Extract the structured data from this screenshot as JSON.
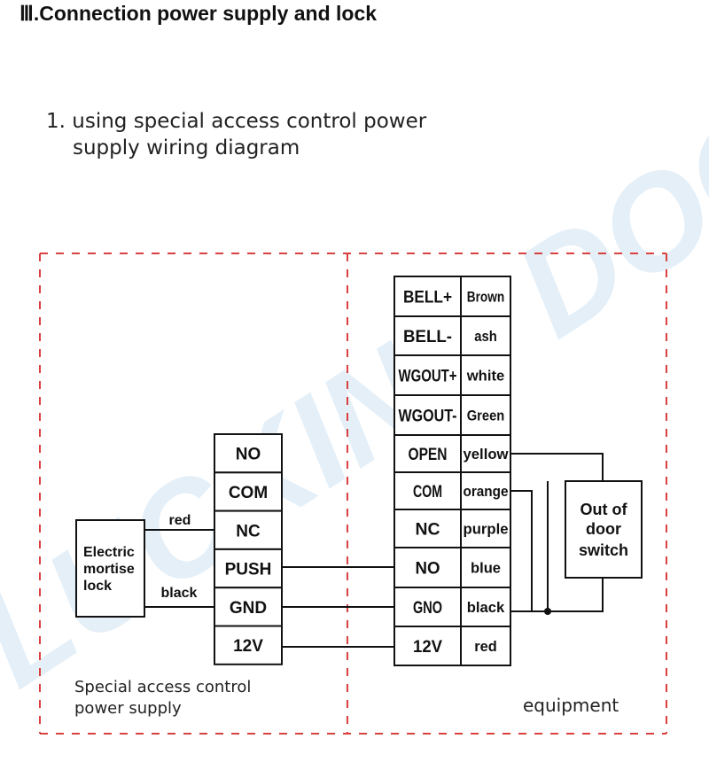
{
  "header": {
    "section_numeral": "Ⅲ",
    "title": ".Connection power supply and lock"
  },
  "subtitle": {
    "line1": "1. using special access control power",
    "line2": "supply wiring diagram"
  },
  "watermark": {
    "text": "LUCKING DOOR",
    "color": "#cfe3f3"
  },
  "power_supply": {
    "caption_line1": "Special access control",
    "caption_line2": "power supply",
    "terminals": [
      "NO",
      "COM",
      "NC",
      "PUSH",
      "GND",
      "12V"
    ]
  },
  "lock": {
    "label_line1": "Electric",
    "label_line2": "mortise",
    "label_line3": "lock",
    "wire_top": "red",
    "wire_bottom": "black"
  },
  "equipment": {
    "caption": "equipment",
    "terminals": [
      {
        "name": "BELL+",
        "wire": "Brown"
      },
      {
        "name": "BELL-",
        "wire": "ash"
      },
      {
        "name": "WGOUT+",
        "wire": "white"
      },
      {
        "name": "WGOUT-",
        "wire": "Green"
      },
      {
        "name": "OPEN",
        "wire": "yellow"
      },
      {
        "name": "COM",
        "wire": "orange"
      },
      {
        "name": "NC",
        "wire": "purple"
      },
      {
        "name": "NO",
        "wire": "blue"
      },
      {
        "name": "GNO",
        "wire": "black"
      },
      {
        "name": "12V",
        "wire": "red"
      }
    ]
  },
  "exit_switch": {
    "label_line1": "Out of",
    "label_line2": "door",
    "label_line3": "switch"
  },
  "colors": {
    "dashed_border": "#d94040",
    "line": "#111111"
  }
}
